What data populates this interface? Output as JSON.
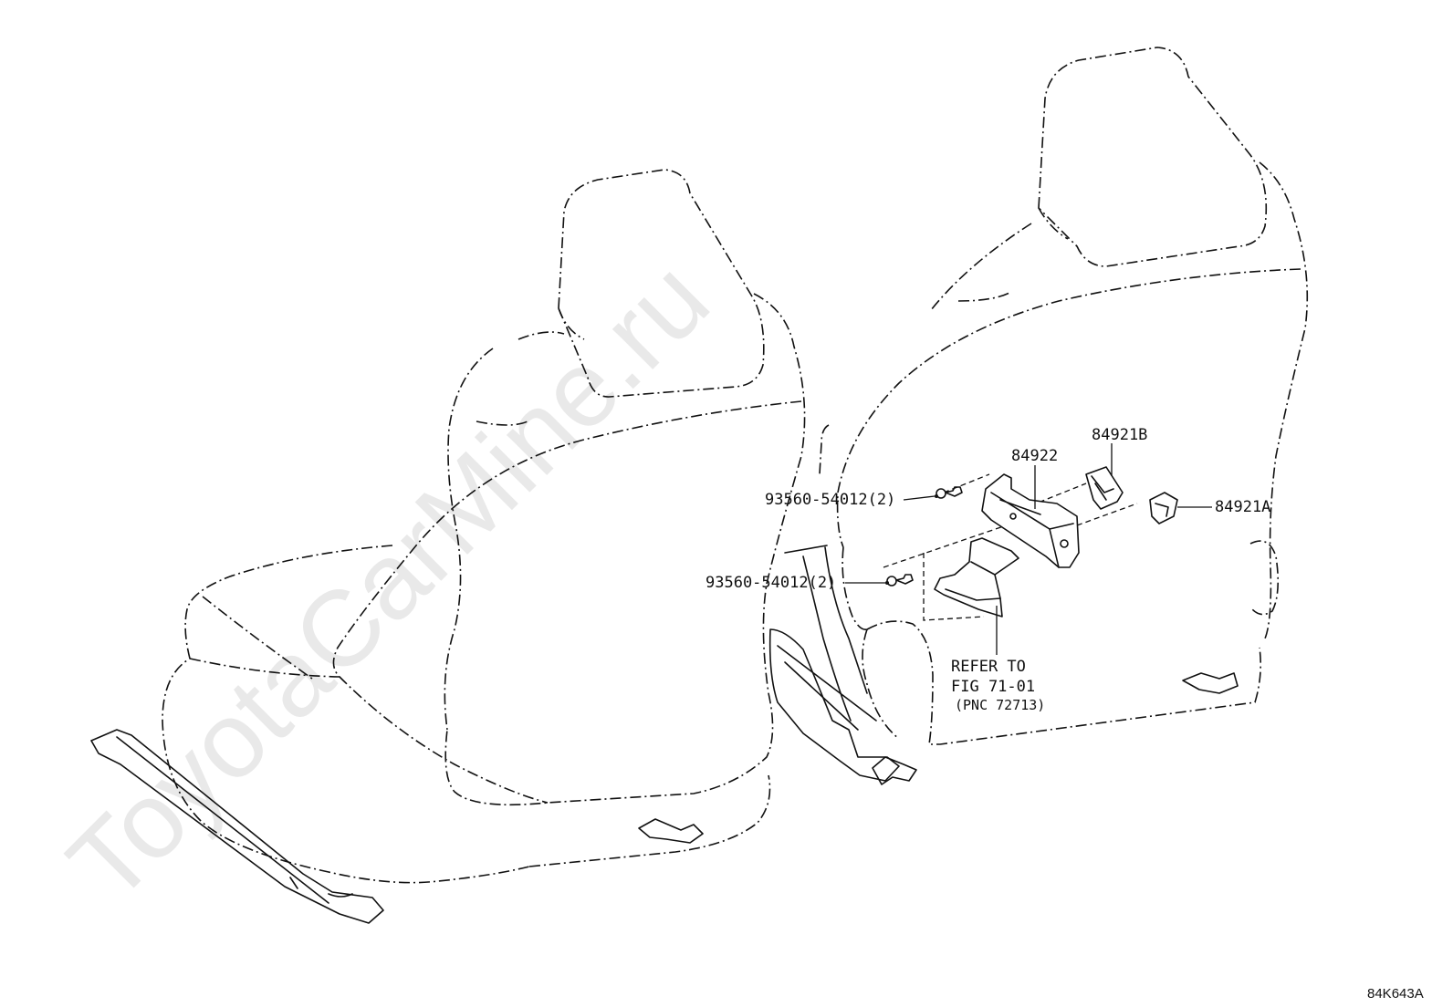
{
  "diagram": {
    "watermark": "ToyotaCarMine.ru",
    "figure_code": "84K643A",
    "callouts": [
      {
        "id": "84921B",
        "text": "84921B"
      },
      {
        "id": "84922",
        "text": "84922"
      },
      {
        "id": "84921A",
        "text": "84921A"
      },
      {
        "id": "bolt-upper",
        "text": "93560-54012(2)"
      },
      {
        "id": "bolt-lower",
        "text": "93560-54012(2)"
      }
    ],
    "reference_note": {
      "line1": "REFER TO",
      "line2": "FIG 71-01",
      "line3": "(PNC 72713)"
    }
  }
}
